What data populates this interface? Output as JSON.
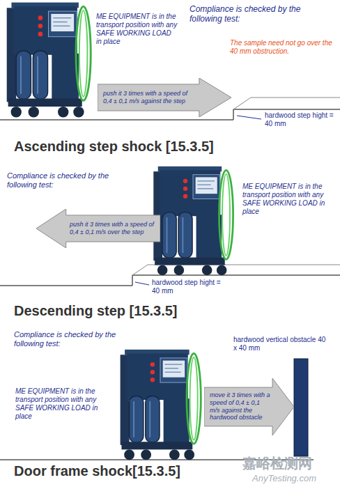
{
  "diagram": {
    "nodes": [
      {
        "text": [
          "push it 3 times with a speed of 0,4 ± 0,1 m/s against the step"
        ]
      },
      {
        "text": [
          "push it 3 times with a speed of 0,4 ± 0,1 m/s over the step"
        ]
      },
      {
        "text": [
          "move it 3 times with a speed of 0,4 ± 0,1 m/s against the hardwood obstacle"
        ]
      }
    ],
    "edges": [],
    "labels": [
      "Compliance is checked by the following test:",
      "ME EQUIPMENT is in the transport position with any SAFE WORKING LOAD in place",
      "The sample need not go over the 40 mm obstruction.",
      "hardwood step hight = 40 mm",
      "Ascending step shock [15.3.5]",
      "Compliance is checked by the following test:",
      "ME EQUIPMENT is in the transport position with any SAFE WORKING LOAD in place",
      "hardwood step hight = 40 mm",
      "Descending step [15.3.5]",
      "Compliance is checked by the following test:",
      "ME EQUIPMENT is in the transport position with any SAFE WORKING LOAD in place",
      "hardwood vertical obstacle 40 x 40 mm",
      "Door frame shock[15.3.5]",
      "嘉峪检测网",
      "AnyTesting.com"
    ]
  }
}
